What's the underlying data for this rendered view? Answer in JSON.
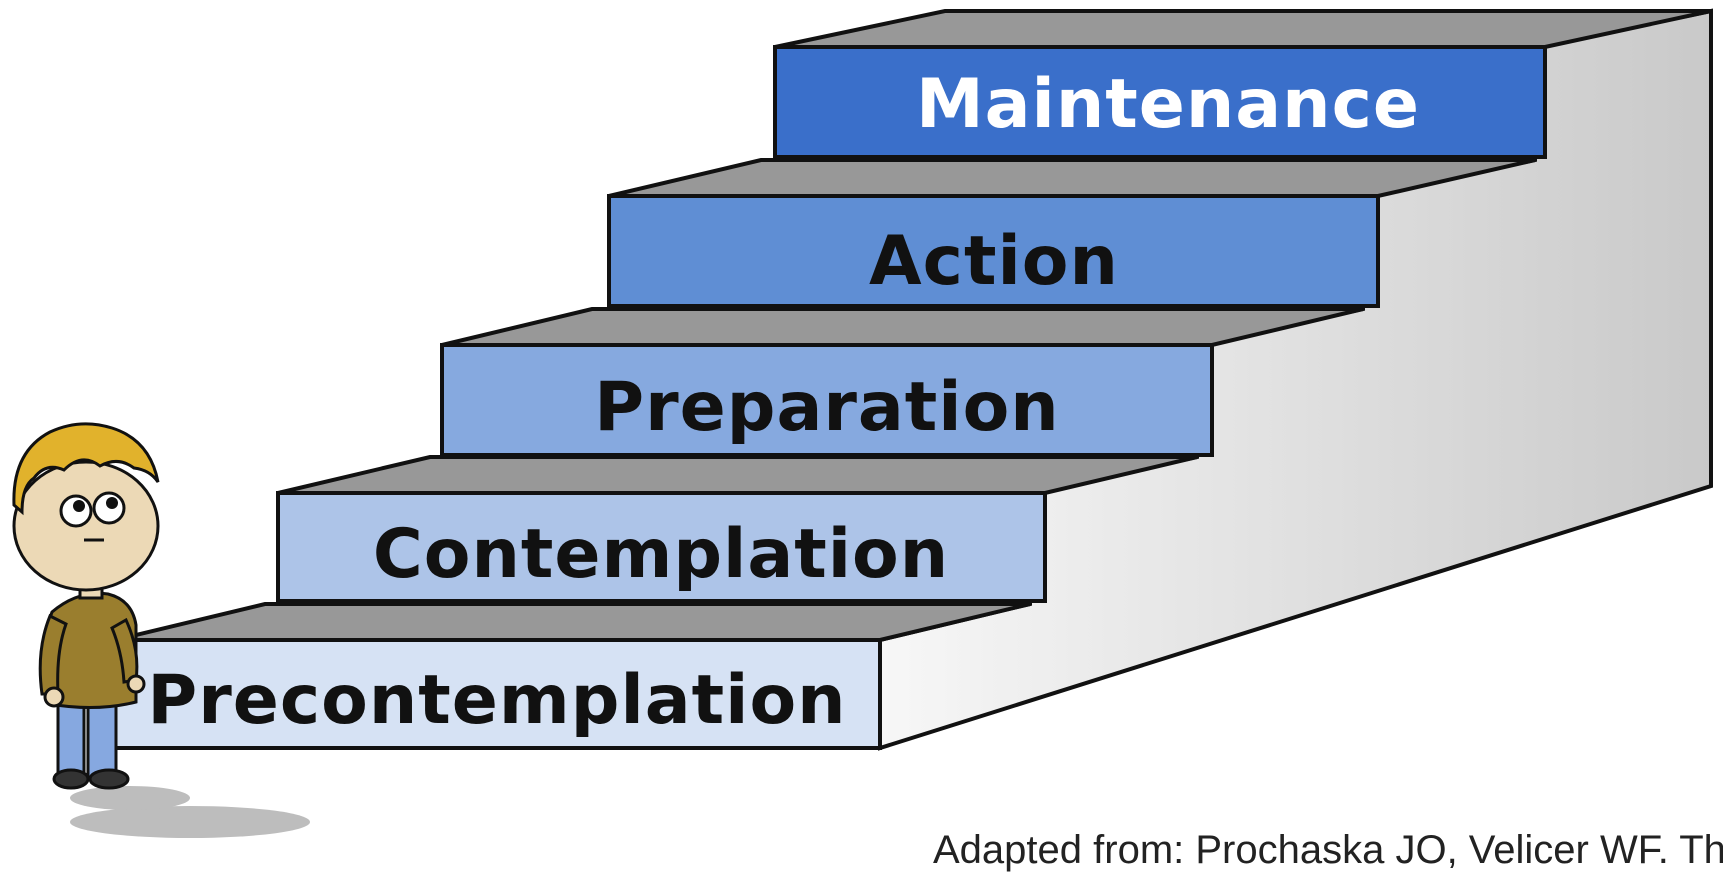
{
  "steps": [
    {
      "label": "Precontemplation",
      "fill": "#d6e2f4",
      "text_color": "#111111"
    },
    {
      "label": "Contemplation",
      "fill": "#adc4e8",
      "text_color": "#111111"
    },
    {
      "label": "Preparation",
      "fill": "#86a9df",
      "text_color": "#111111"
    },
    {
      "label": "Action",
      "fill": "#5f8ed4",
      "text_color": "#111111"
    },
    {
      "label": "Maintenance",
      "fill": "#3a6fca",
      "text_color": "#ffffff"
    }
  ],
  "colors": {
    "tread": "#989898",
    "side_light": "#f7f7f7",
    "side_dark": "#c9c9c9",
    "outline": "#111111",
    "hair": "#e1b22c",
    "skin": "#ecd9b6",
    "shirt": "#9a7e2e",
    "pants": "#86a8e0",
    "shoes": "#333333",
    "shadow": "#bdbdbd"
  },
  "citation": "Adapted from: Prochaska JO, Velicer WF. The"
}
